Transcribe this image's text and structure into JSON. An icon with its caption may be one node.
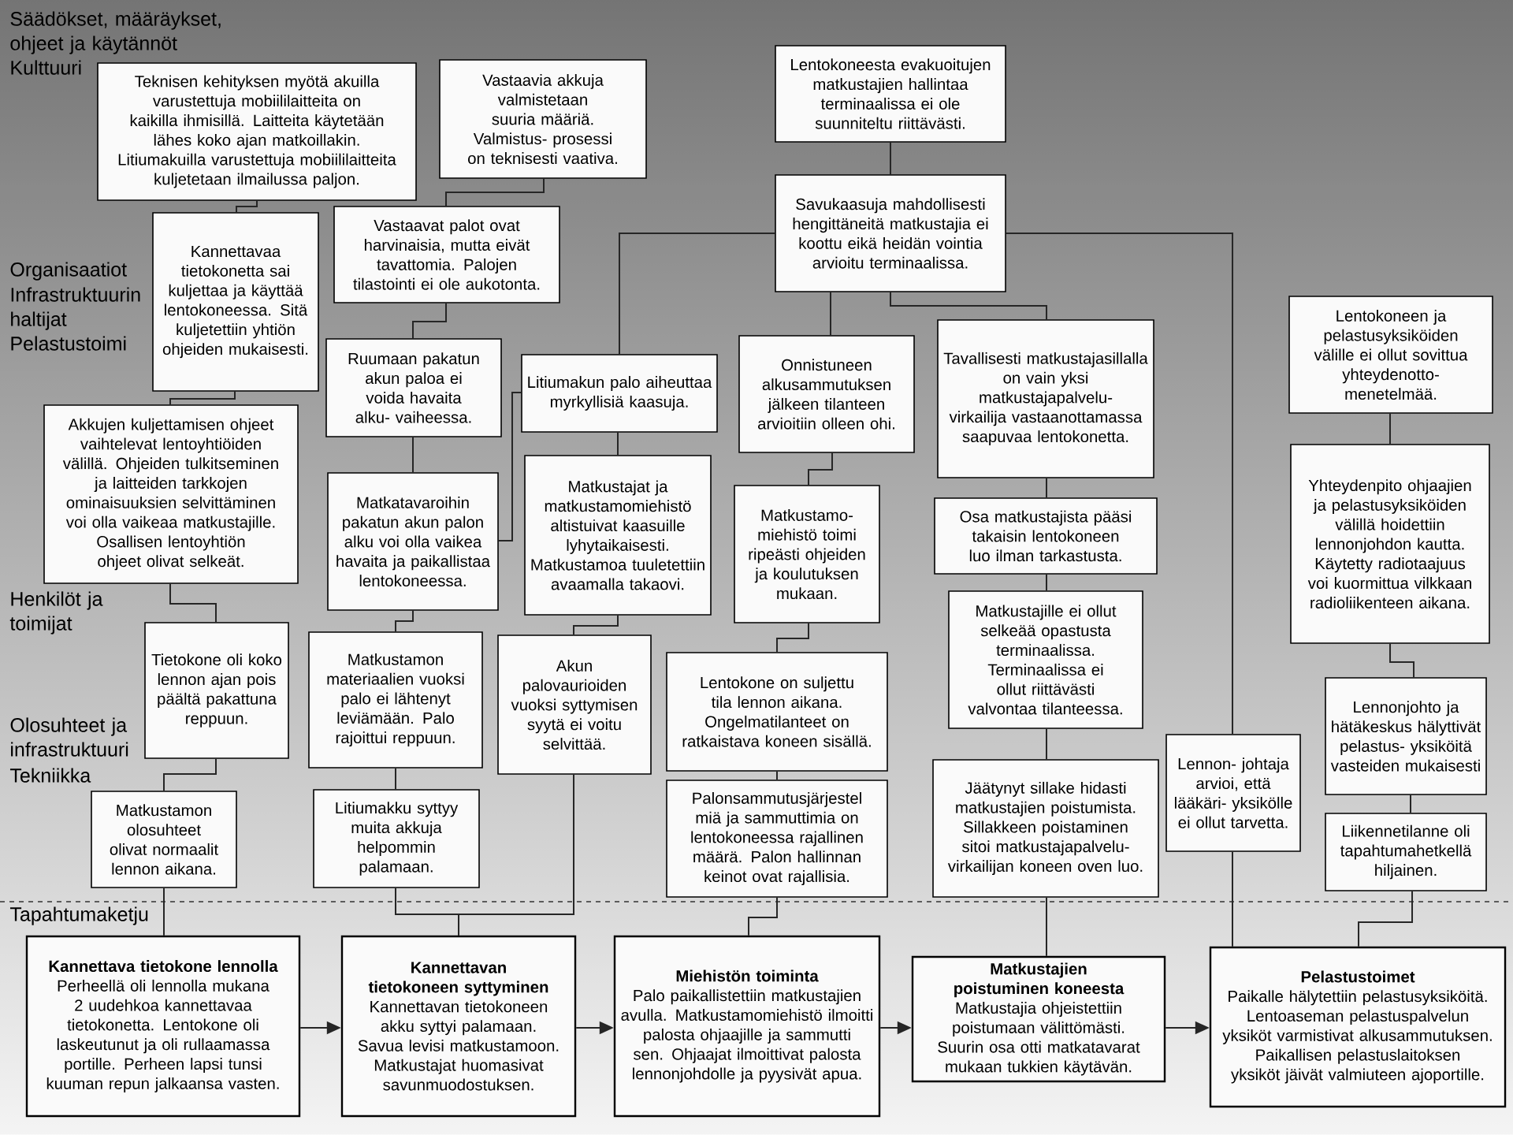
{
  "diagram": {
    "nodes": [
      {
        "text": [
          "Teknisen kehityksen myötä akuilla varustettuja mobiililaitteita on kaikilla ihmisillä. Laitteita käytetään lähes koko ajan matkoillakin. Litiumakuilla varustettuja mobiililaitteita kuljetetaan ilmailussa paljon."
        ]
      },
      {
        "text": [
          "Vastaavia akkuja valmistetaan suuria määriä. Valmistus- prosessi on teknisesti vaativa."
        ]
      },
      {
        "text": [
          "Lentokoneesta evakuoitujen matkustajien hallintaa terminaalissa ei ole suunniteltu riittävästi."
        ]
      },
      {
        "text": [
          "Savukaasuja mahdollisesti hengittäneitä matkustajia ei koottu eikä heidän vointia arvioitu terminaalissa."
        ]
      },
      {
        "text": [
          "Kannettavaa tietokonetta sai kuljettaa ja käyttää lentokoneessa. Sitä kuljetettiin yhtiön ohjeiden mukaisesti."
        ]
      },
      {
        "text": [
          "Vastaavat palot ovat harvinaisia, mutta eivät tavattomia. Palojen tilastointi ei ole aukotonta."
        ]
      },
      {
        "text": [
          "Ruumaan pakatun akun paloa ei voida havaita alku- vaiheessa."
        ]
      },
      {
        "text": [
          "Litiumakun palo aiheuttaa myrkyllisiä kaasuja."
        ]
      },
      {
        "text": [
          "Onnistuneen alkusammutuksen jälkeen tilanteen arvioitiin olleen ohi."
        ]
      },
      {
        "text": [
          "Tavallisesti matkustajasillalla on vain yksi matkustajapalvelu- virkailija vastaanottamassa saapuvaa lentokonetta."
        ]
      },
      {
        "text": [
          "Lentokoneen ja pelastusyksiköiden välille ei ollut sovittua yhteydenotto- menetelmää."
        ]
      },
      {
        "text": [
          "Akkujen kuljettamisen ohjeet vaihtelevat lentoyhtiöiden välillä. Ohjeiden tulkitseminen ja laitteiden tarkkojen ominaisuuksien selvittäminen voi olla vaikeaa matkustajille. Osallisen lentoyhtiön ohjeet olivat selkeät."
        ]
      },
      {
        "text": [
          "Matkatavaroihin pakatun akun palon alku voi olla vaikea havaita ja paikallistaa lentokoneessa."
        ]
      },
      {
        "text": [
          "Matkustajat ja matkustamomiehistö altistuivat kaasuille lyhytaikaisesti. Matkustamoa tuuletettiin avaamalla takaovi."
        ]
      },
      {
        "text": [
          "Matkustamo- miehistö toimi ripeästi ohjeiden ja koulutuksen mukaan."
        ]
      },
      {
        "text": [
          "Osa matkustajista pääsi takaisin lentokoneen luo ilman tarkastusta."
        ]
      },
      {
        "text": [
          "Yhteydenpito ohjaajien ja pelastusyksiköiden välillä hoidettiin lennonjohdon kautta. Käytetty radiotaajuus voi kuormittua vilkkaan radioliikenteen aikana."
        ]
      },
      {
        "text": [
          "Matkustajille ei ollut selkeää opastusta terminaalissa. Terminaalissa ei ollut riittävästi valvontaa tilanteessa."
        ]
      },
      {
        "text": [
          "Tietokone oli koko lennon ajan pois päältä pakattuna reppuun."
        ]
      },
      {
        "text": [
          "Matkustamon materiaalien vuoksi palo ei lähtenyt leviämään. Palo rajoittui reppuun."
        ]
      },
      {
        "text": [
          "Akun palovaurioiden vuoksi syttymisen syytä ei voitu selvittää."
        ]
      },
      {
        "text": [
          "Lentokone on suljettu tila lennon aikana. Ongelmatilanteet on ratkaistava koneen sisällä."
        ]
      },
      {
        "text": [
          "Lennonjohto ja hätäkeskus hälyttivät pelastus- yksiköitä vasteiden mukaisesti"
        ]
      },
      {
        "text": [
          "Palonsammutusjärjestel miä ja sammuttimia on lentokoneessa rajallinen määrä. Palon hallinnan keinot ovat rajallisia."
        ]
      },
      {
        "text": [
          "Jäätynyt sillake hidasti matkustajien poistumista. Sillakkeen poistaminen sitoi matkustajapalvelu- virkailijan koneen oven luo."
        ]
      },
      {
        "text": [
          "Lennon- johtaja arvioi, että lääkäri- yksikölle ei ollut tarvetta."
        ]
      },
      {
        "text": [
          "Liikennetilanne oli tapahtumahetkellä hiljainen."
        ]
      },
      {
        "text": [
          "Matkustamon olosuhteet olivat normaalit lennon aikana."
        ]
      },
      {
        "text": [
          "Litiumakku syttyy muita akkuja helpommin palamaan."
        ]
      },
      {
        "text": [
          "Kannettava tietokone lennolla",
          "Perheellä oli lennolla mukana 2 uudehkoa kannettavaa tietokonetta. Lentokone oli laskeutunut ja oli rullaamassa portille. Perheen lapsi tunsi kuuman repun jalkaansa vasten."
        ]
      },
      {
        "text": [
          "Kannettavan tietokoneen syttyminen",
          "Kannettavan tietokoneen akku syttyi palamaan. Savua levisi matkustamoon. Matkustajat huomasivat savunmuodostuksen."
        ]
      },
      {
        "text": [
          "Miehistön toiminta",
          "Palo paikallistettiin matkustajien avulla. Matkustamomiehistö ilmoitti palosta ohjaajille ja sammutti sen. Ohjaajat ilmoittivat palosta lennonjohdolle ja pyysivät apua."
        ]
      },
      {
        "text": [
          "Matkustajien poistuminen koneesta",
          "Matkustajia ohjeistettiin poistumaan välittömästi. Suurin osa otti matkatavarat mukaan tukkien käytävän."
        ]
      },
      {
        "text": [
          "Pelastustoimet",
          "Paikalle hälytettiin pelastusyksiköitä. Lentoaseman pelastuspalvelun yksiköt varmistivat alkusammutuksen. Paikallisen pelastuslaitoksen yksiköt jäivät valmiuteen ajoportille."
        ]
      }
    ],
    "edges": [
      {
        "from": 0,
        "to": 4,
        "arrow": "none"
      },
      {
        "from": 1,
        "to": 5,
        "arrow": "none"
      },
      {
        "from": 2,
        "to": 3,
        "arrow": "none"
      },
      {
        "from": 3,
        "to": 7,
        "arrow": "none"
      },
      {
        "from": 3,
        "to": 8,
        "arrow": "none"
      },
      {
        "from": 3,
        "to": 9,
        "arrow": "none"
      },
      {
        "from": 3,
        "to": 25,
        "arrow": "none"
      },
      {
        "from": 4,
        "to": 11,
        "arrow": "none"
      },
      {
        "from": 5,
        "to": 6,
        "arrow": "none"
      },
      {
        "from": 6,
        "to": 12,
        "arrow": "none"
      },
      {
        "from": 7,
        "to": 12,
        "arrow": "none"
      },
      {
        "from": 7,
        "to": 13,
        "arrow": "none"
      },
      {
        "from": 8,
        "to": 14,
        "arrow": "none"
      },
      {
        "from": 9,
        "to": 15,
        "arrow": "none"
      },
      {
        "from": 10,
        "to": 16,
        "arrow": "none"
      },
      {
        "from": 11,
        "to": 18,
        "arrow": "none"
      },
      {
        "from": 12,
        "to": 19,
        "arrow": "none"
      },
      {
        "from": 13,
        "to": 20,
        "arrow": "none"
      },
      {
        "from": 14,
        "to": 21,
        "arrow": "none"
      },
      {
        "from": 15,
        "to": 17,
        "arrow": "none"
      },
      {
        "from": 16,
        "to": 22,
        "arrow": "none"
      },
      {
        "from": 17,
        "to": 24,
        "arrow": "none"
      },
      {
        "from": 18,
        "to": 27,
        "arrow": "none"
      },
      {
        "from": 19,
        "to": 28,
        "arrow": "none"
      },
      {
        "from": 21,
        "to": 23,
        "arrow": "none"
      },
      {
        "from": 22,
        "to": 26,
        "arrow": "none"
      },
      {
        "from": 20,
        "to": 30,
        "arrow": "none"
      },
      {
        "from": 28,
        "to": 30,
        "arrow": "none"
      },
      {
        "from": 27,
        "to": 29,
        "arrow": "none"
      },
      {
        "from": 23,
        "to": 31,
        "arrow": "none"
      },
      {
        "from": 24,
        "to": 32,
        "arrow": "none"
      },
      {
        "from": 25,
        "to": 33,
        "arrow": "none"
      },
      {
        "from": 26,
        "to": 33,
        "arrow": "none"
      },
      {
        "from": 29,
        "to": 30,
        "arrow": "to"
      },
      {
        "from": 30,
        "to": 31,
        "arrow": "to"
      },
      {
        "from": 31,
        "to": 32,
        "arrow": "to"
      },
      {
        "from": 32,
        "to": 33,
        "arrow": "to"
      }
    ],
    "labels": [
      "Säädökset, määräykset, ohjeet ja käytännöt",
      "Kulttuuri",
      "Organisaatiot",
      "Infrastruktuurin haltijat",
      "Pelastustoimi",
      "Henkilöt ja toimijat",
      "Olosuhteet ja infrastruktuuri",
      "Tekniikka",
      "Tapahtumaketju"
    ]
  }
}
